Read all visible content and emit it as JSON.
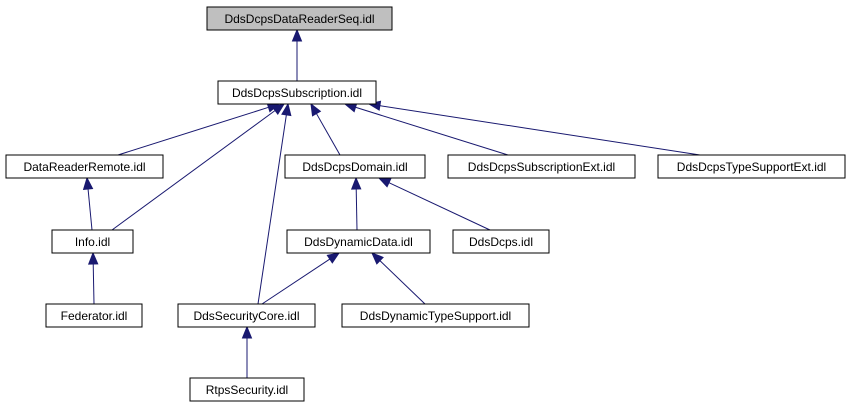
{
  "diagram": {
    "colors": {
      "edge": "#191970",
      "root_fill": "#bfbfbf",
      "node_fill": "#ffffff",
      "node_stroke": "#000000"
    },
    "nodes": {
      "root": "DdsDcpsDataReaderSeq.idl",
      "subscription": "DdsDcpsSubscription.idl",
      "datareaderremote": "DataReaderRemote.idl",
      "domain": "DdsDcpsDomain.idl",
      "subscriptionext": "DdsDcpsSubscriptionExt.idl",
      "typesupportext": "DdsDcpsTypeSupportExt.idl",
      "info": "Info.idl",
      "dynamicdata": "DdsDynamicData.idl",
      "dcps": "DdsDcps.idl",
      "federator": "Federator.idl",
      "securitycore": "DdsSecurityCore.idl",
      "dynamictypesupport": "DdsDynamicTypeSupport.idl",
      "rtpssecurity": "RtpsSecurity.idl"
    },
    "edges": [
      [
        "subscription",
        "root"
      ],
      [
        "datareaderremote",
        "subscription"
      ],
      [
        "info",
        "subscription"
      ],
      [
        "securitycore",
        "subscription"
      ],
      [
        "domain",
        "subscription"
      ],
      [
        "subscriptionext",
        "subscription"
      ],
      [
        "typesupportext",
        "subscription"
      ],
      [
        "info",
        "datareaderremote"
      ],
      [
        "federator",
        "info"
      ],
      [
        "dynamicdata",
        "domain"
      ],
      [
        "dcps",
        "domain"
      ],
      [
        "securitycore",
        "dynamicdata"
      ],
      [
        "dynamictypesupport",
        "dynamicdata"
      ],
      [
        "rtpssecurity",
        "securitycore"
      ]
    ]
  }
}
